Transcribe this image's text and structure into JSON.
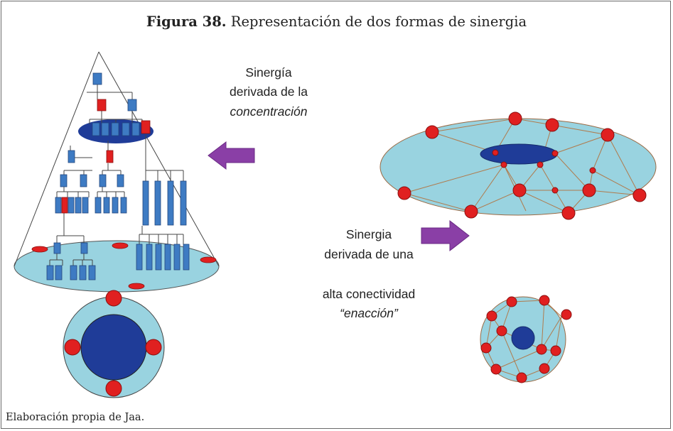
{
  "figure": {
    "number": "Figura 38.",
    "caption": "Representación de dos formas de sinergia",
    "credit": "Elaboración propia de Jaa."
  },
  "labels": {
    "concentration": [
      "Sinergía",
      "derivada de la",
      "concentración"
    ],
    "connectivity_a": [
      "Sinergia",
      "derivada de una"
    ],
    "connectivity_b": [
      "alta conectividad",
      "“enacción”"
    ]
  },
  "colors": {
    "light_fill": "#99d3e0",
    "dark_blue": "#1f3c98",
    "node_blue": "#3e7bc3",
    "node_red": "#e02020",
    "arrow_purple": "#8a3fa6",
    "link_line": "#c08a5a"
  }
}
